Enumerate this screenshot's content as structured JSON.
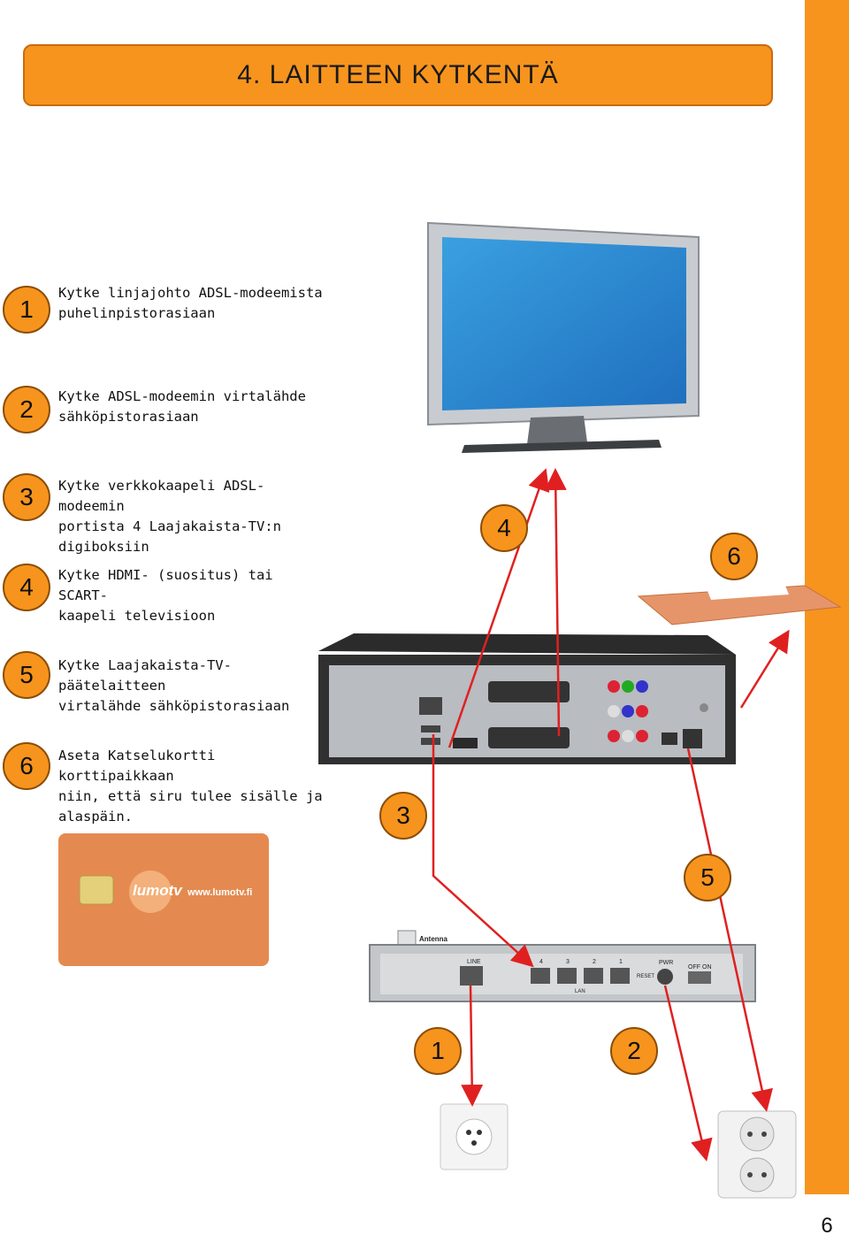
{
  "title": "4. LAITTEEN KYTKENTÄ",
  "page_number": "6",
  "steps": [
    {
      "num": "1",
      "text": "Kytke linjajohto ADSL-modeemista\npuhelinpistorasiaan"
    },
    {
      "num": "2",
      "text": "Kytke ADSL-modeemin virtalähde\nsähköpistorasiaan"
    },
    {
      "num": "3",
      "text": "Kytke verkkokaapeli ADSL-modeemin\nportista 4 Laajakaista-TV:n\ndigiboksiin"
    },
    {
      "num": "4",
      "text": "Kytke HDMI- (suositus) tai SCART-\nkaapeli televisioon"
    },
    {
      "num": "5",
      "text": "Kytke Laajakaista-TV-päätelaitteen\nvirtalähde sähköpistorasiaan"
    },
    {
      "num": "6",
      "text": "Aseta Katselukortti korttipaikkaan\nniin, että siru tulee sisälle ja\nalaspäin."
    }
  ],
  "diagram_badges": {
    "b4": "4",
    "b6": "6",
    "b3": "3",
    "b5": "5",
    "b1": "1",
    "b2": "2"
  },
  "card": {
    "brand": "lumotv",
    "url": "www.lumotv.fi"
  },
  "modem": {
    "antenna": "Antenna",
    "line": "LINE",
    "ports": [
      "4",
      "3",
      "2",
      "1"
    ],
    "lan": "LAN",
    "reset": "RESET",
    "pwr": "PWR",
    "off": "OFF",
    "on": "ON"
  },
  "colors": {
    "accent": "#f7941d",
    "arrow": "#e02020"
  }
}
